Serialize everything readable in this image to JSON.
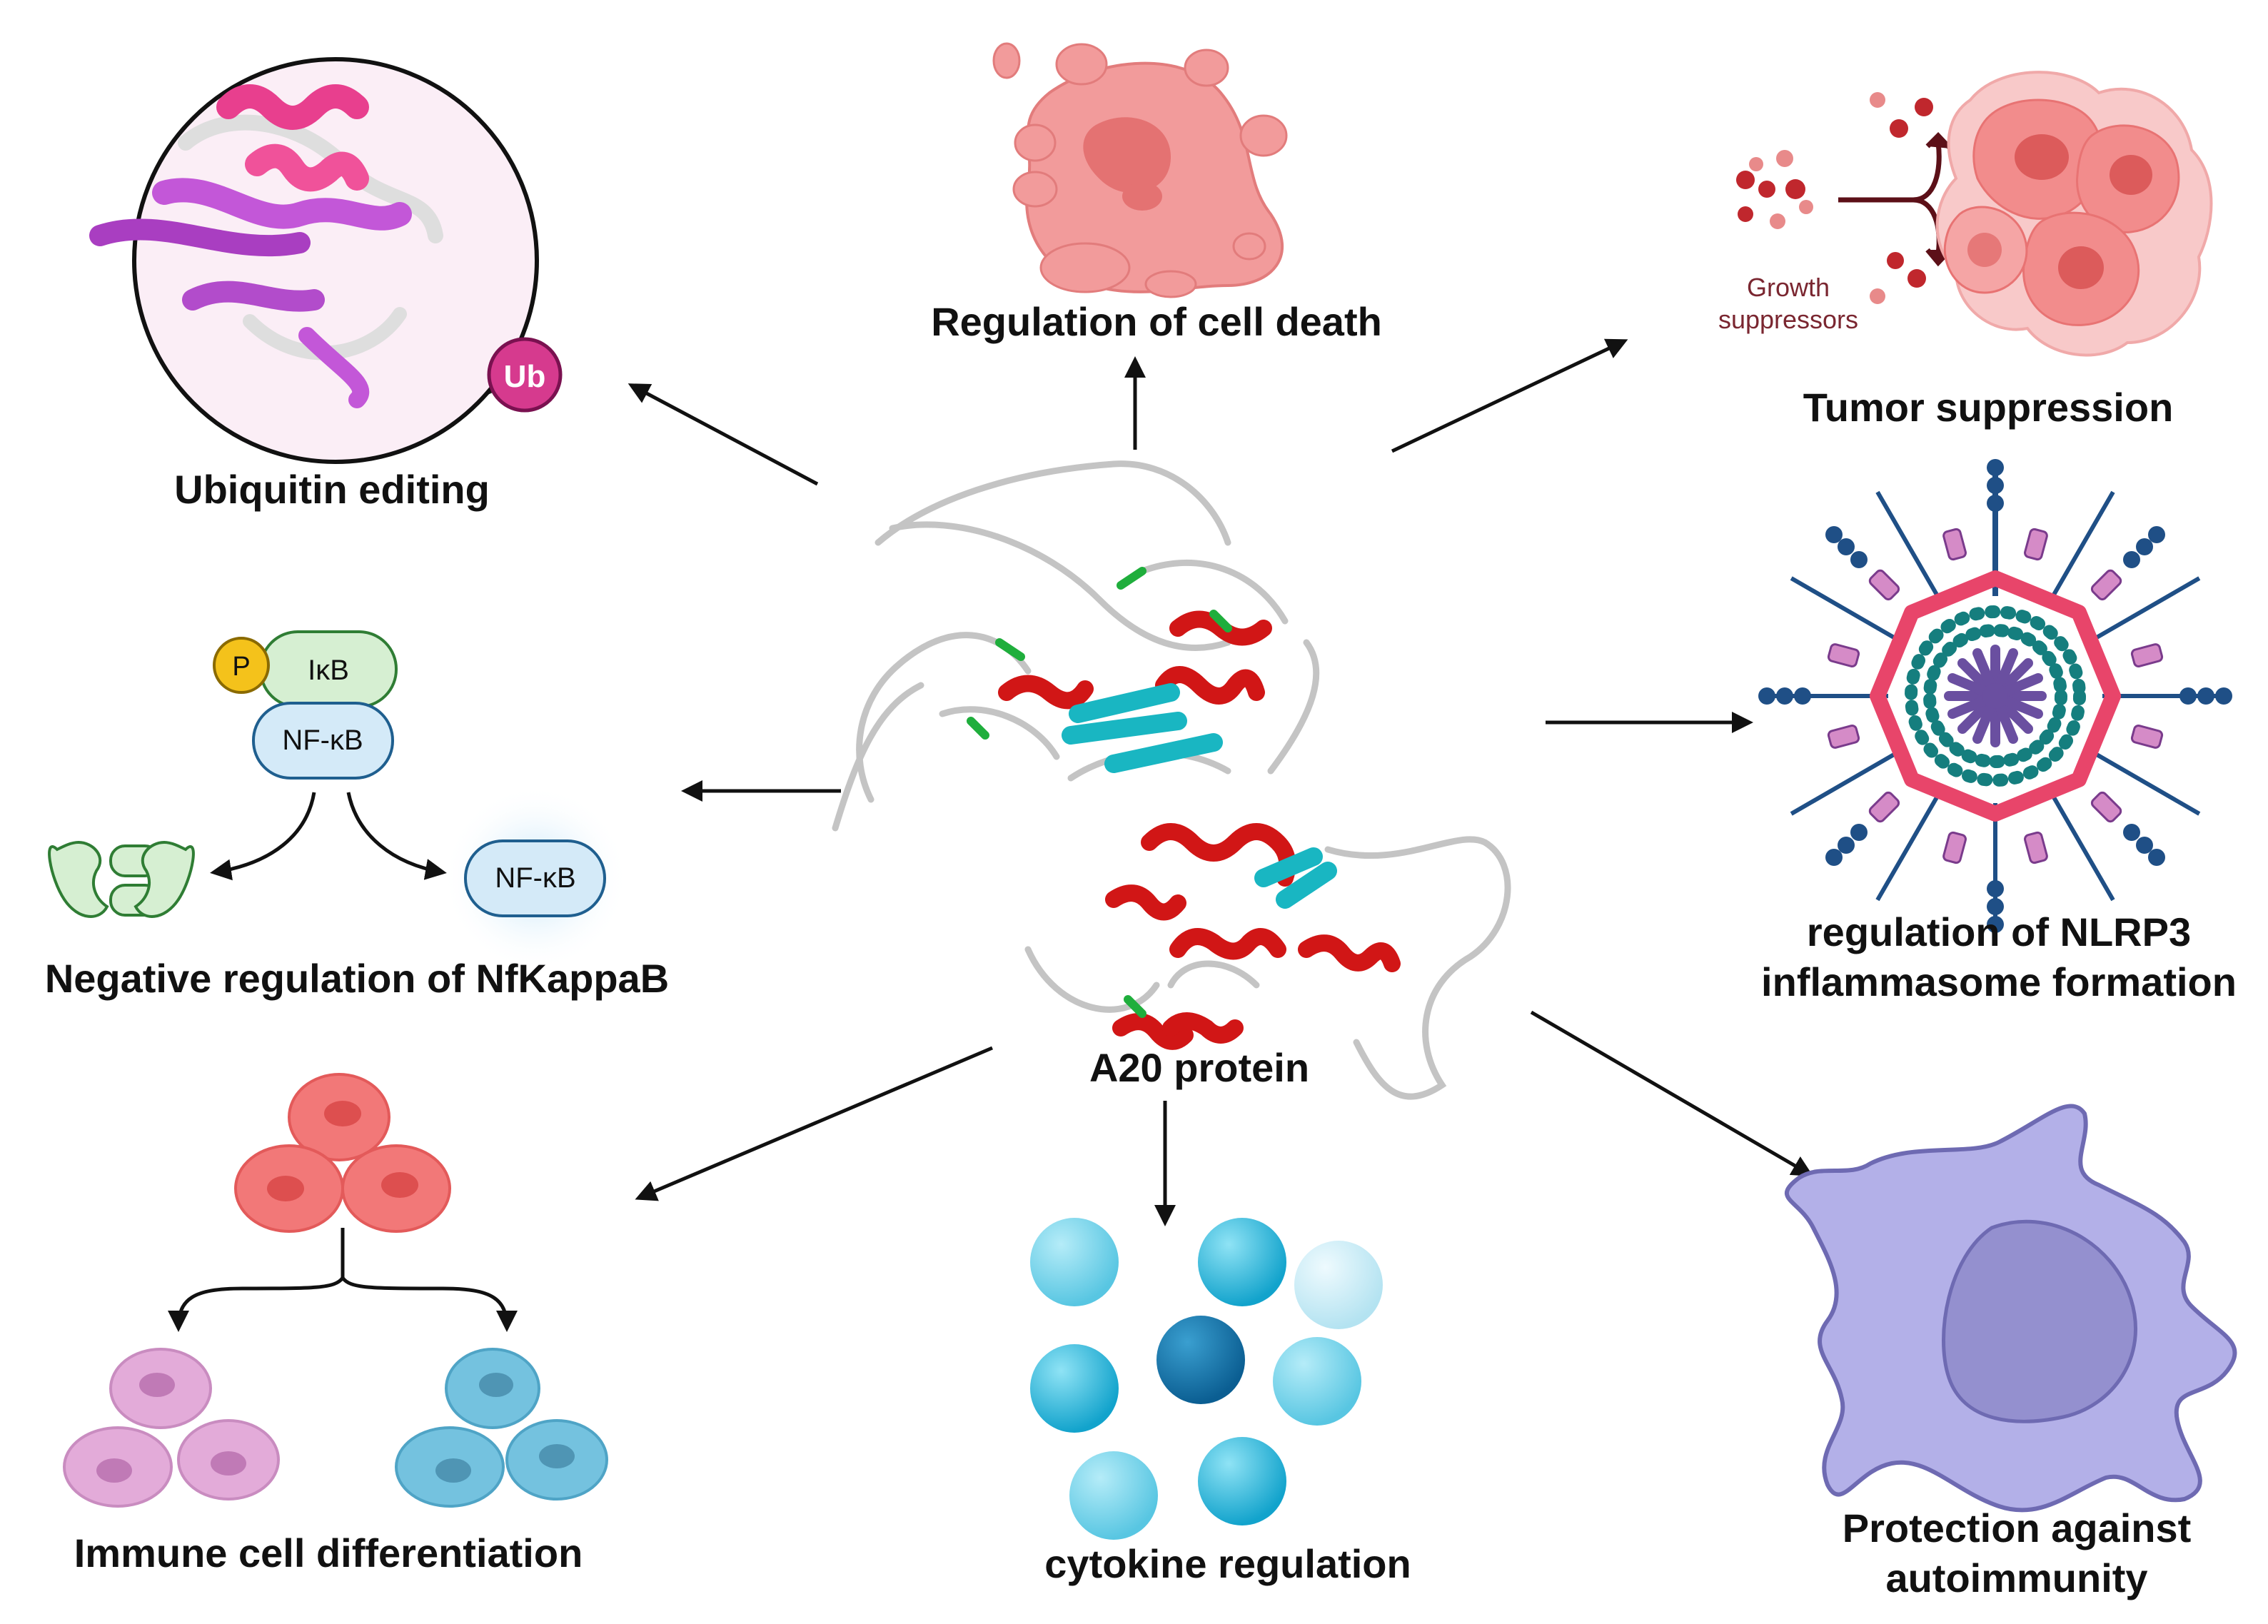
{
  "center": {
    "label": "A20 protein"
  },
  "labels": {
    "ubiquitin_editing": "Ubiquitin editing",
    "ub_badge": "Ub",
    "cell_death": "Regulation of cell death",
    "tumor_suppression": "Tumor suppression",
    "growth_suppressors_line1": "Growth",
    "growth_suppressors_line2": "suppressors",
    "nfkb_regulation": "Negative regulation of NfKappaB",
    "nlrp3_line1": "regulation of NLRP3",
    "nlrp3_line2": "inflammasome formation",
    "immune_diff": "Immune cell differentiation",
    "cytokine": "cytokine regulation",
    "autoimmunity_line1": "Protection against",
    "autoimmunity_line2": "autoimmunity"
  },
  "nfkb_diagram": {
    "phospho": "P",
    "ikb": "IκB",
    "nfkb_bound": "NF-κB",
    "nfkb_free": "NF-κB"
  },
  "colors": {
    "helix": "#d11616",
    "sheet": "#19b6c2",
    "turn": "#1fae3c",
    "coil": "#c4c4c4",
    "ub_magenta": "#d63a8e",
    "cell_death_pink": "#f29b9b",
    "tumor_pink": "#f28c8c",
    "growth_red": "#c0272d",
    "inflammasome_pink": "#e8456a",
    "inflammasome_navy": "#1f4f86",
    "inflammasome_teal": "#157e7e",
    "inflammasome_purple": "#6a4fa0",
    "cytokine_cyan": "#1aafd6",
    "macrophage_lavender": "#b3b0e8",
    "immune_red": "#f27878",
    "immune_violet": "#e3abd9",
    "immune_blue": "#74c2df"
  }
}
